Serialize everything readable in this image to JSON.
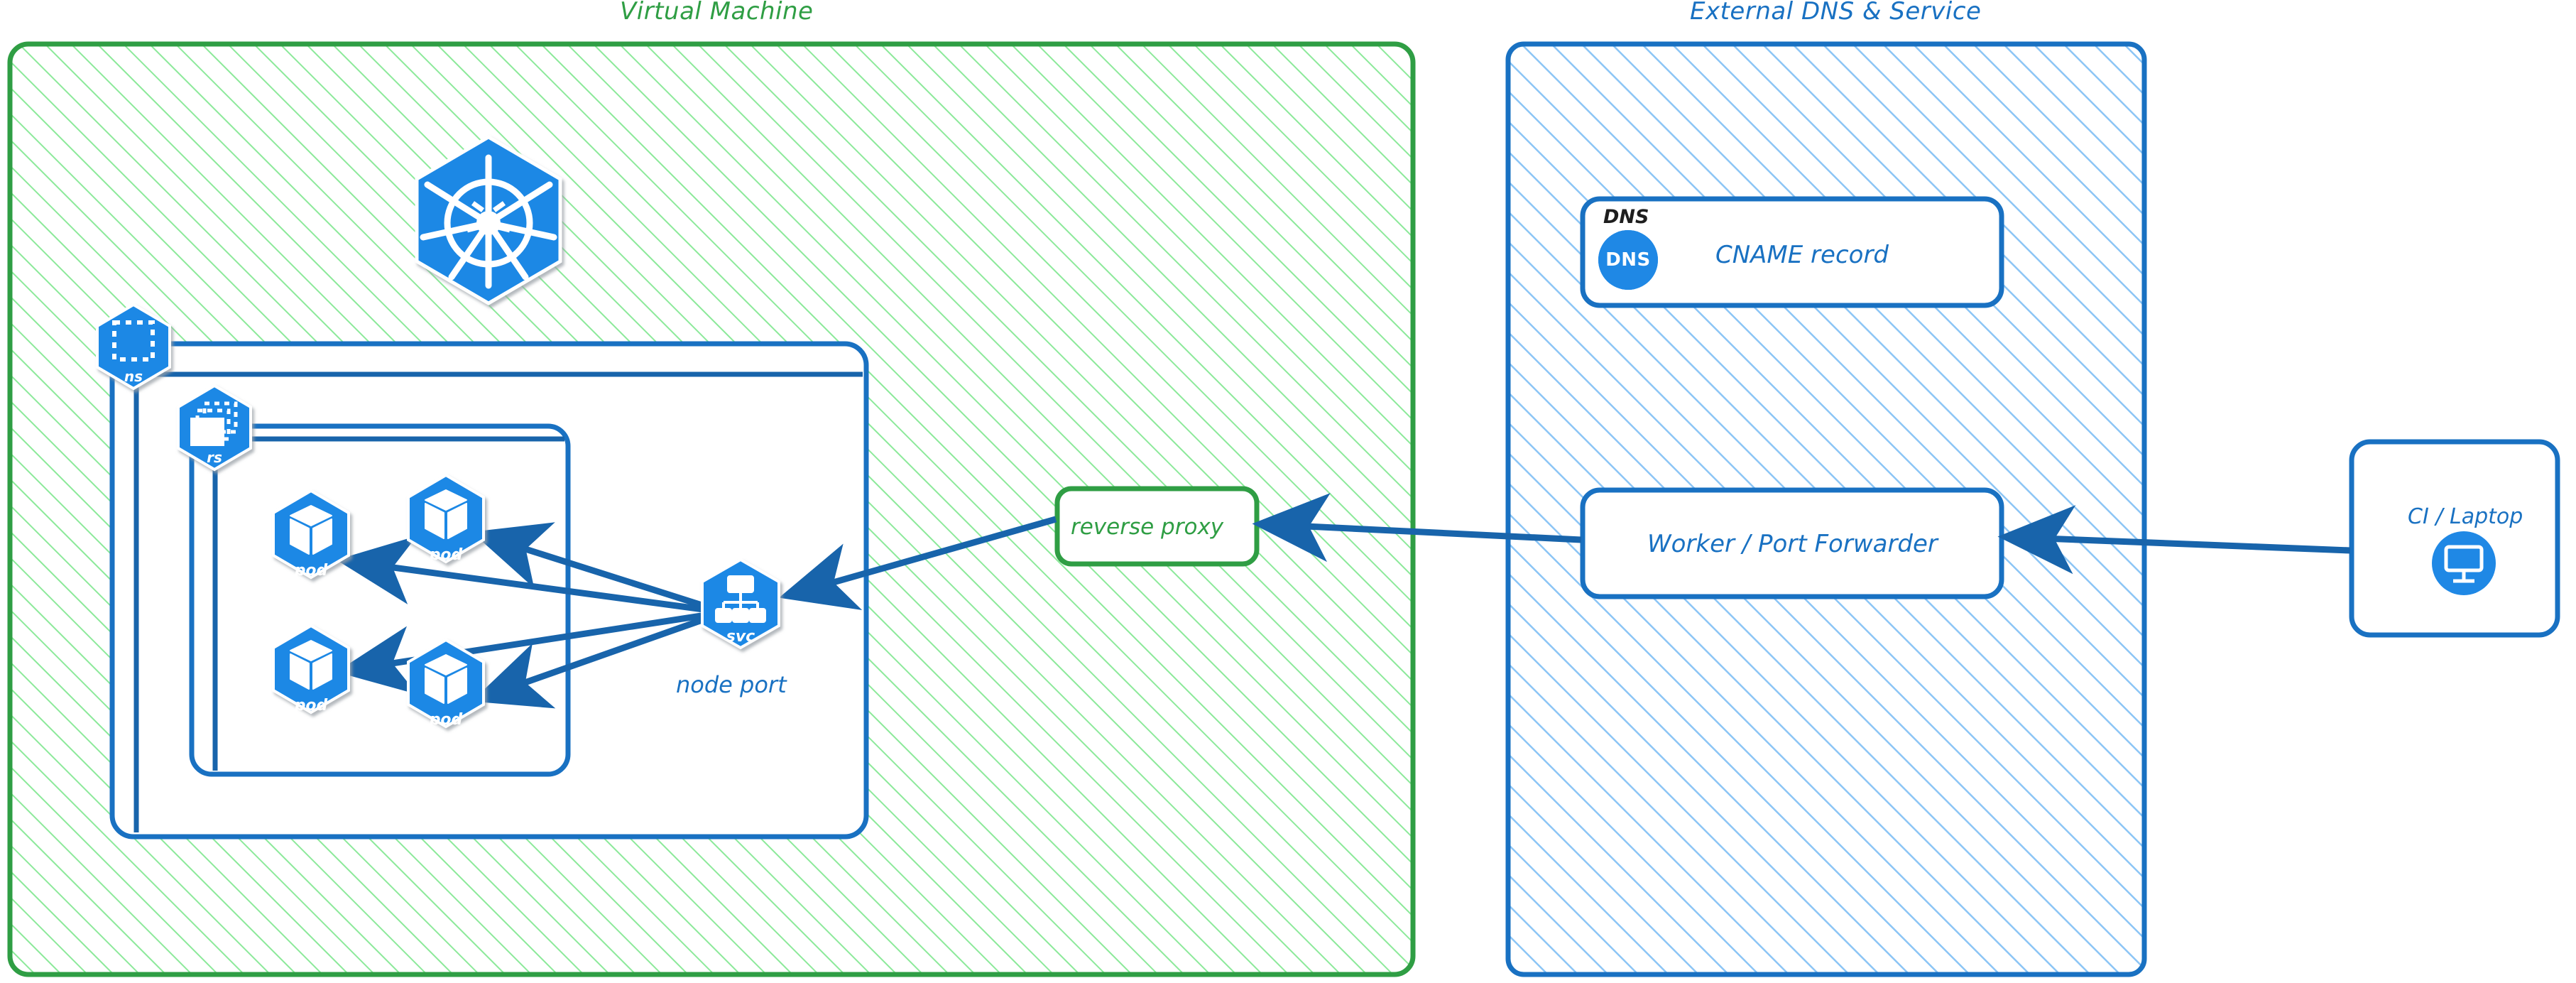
{
  "diagram": {
    "type": "architecture-diagram",
    "style": "excalidraw-handdrawn",
    "colors": {
      "green_stroke": "#2f9e44",
      "green_hatch": "#8ce99a",
      "blue_stroke": "#1971c2",
      "blue_hatch": "#8cc5f5",
      "k8s_blue": "#1f88e5",
      "black_text": "#1e1e1e",
      "white": "#ffffff"
    },
    "groups": [
      {
        "id": "vm",
        "title": "Virtual Machine",
        "color": "#2f9e44",
        "hatch": true
      },
      {
        "id": "external",
        "title": "External DNS & Service",
        "color": "#1971c2",
        "hatch": true
      }
    ],
    "nodes": {
      "k8s_logo": {
        "label": "",
        "icon": "kubernetes-logo-icon"
      },
      "namespace": {
        "label": "ns",
        "icon": "kubernetes-namespace-icon"
      },
      "replicaset": {
        "label": "rs",
        "icon": "kubernetes-replicaset-icon"
      },
      "pods": [
        {
          "label": "pod",
          "icon": "kubernetes-pod-icon"
        },
        {
          "label": "pod",
          "icon": "kubernetes-pod-icon"
        },
        {
          "label": "pod",
          "icon": "kubernetes-pod-icon"
        },
        {
          "label": "pod",
          "icon": "kubernetes-pod-icon"
        }
      ],
      "service": {
        "label": "svc",
        "caption": "node port",
        "icon": "kubernetes-service-icon"
      },
      "reverse_proxy": {
        "label": "reverse proxy"
      },
      "dns": {
        "badge": "DNS",
        "circle_text": "DNS",
        "label": "CNAME record",
        "icon": "dns-icon"
      },
      "worker": {
        "label": "Worker / Port Forwarder"
      },
      "client": {
        "label": "CI / Laptop",
        "icon": "desktop-monitor-icon"
      }
    },
    "edges": [
      {
        "from": "service",
        "to": "pod-1",
        "direction": "one-way"
      },
      {
        "from": "service",
        "to": "pod-2",
        "direction": "one-way"
      },
      {
        "from": "service",
        "to": "pod-3",
        "direction": "one-way"
      },
      {
        "from": "service",
        "to": "pod-4",
        "direction": "one-way"
      },
      {
        "from": "reverse_proxy",
        "to": "service",
        "direction": "one-way"
      },
      {
        "from": "worker",
        "to": "reverse_proxy",
        "direction": "one-way"
      },
      {
        "from": "client",
        "to": "worker",
        "direction": "one-way"
      }
    ]
  }
}
